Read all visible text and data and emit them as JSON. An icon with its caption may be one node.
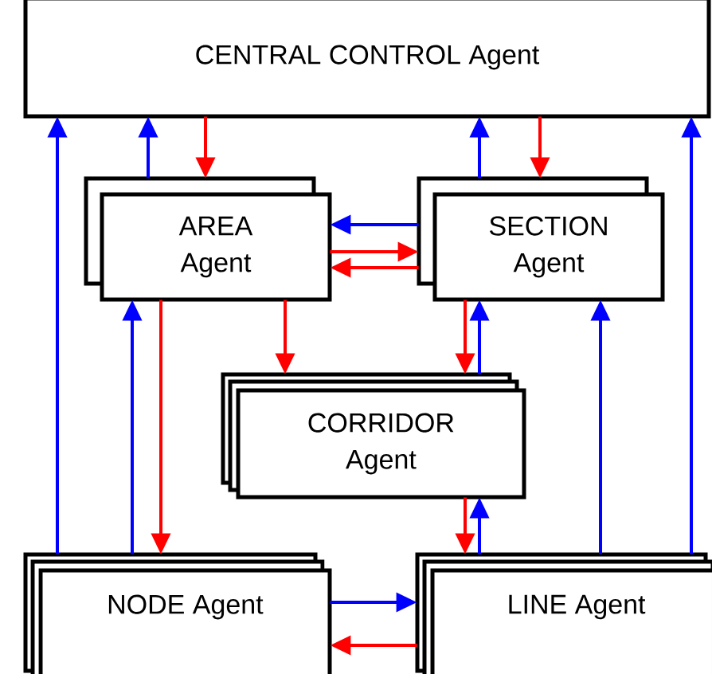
{
  "diagram": {
    "nodes": [
      {
        "text": [
          "CENTRAL CONTROL Agent"
        ]
      },
      {
        "text": [
          "AREA Agent"
        ]
      },
      {
        "text": [
          "SECTION Agent"
        ]
      },
      {
        "text": [
          "CORRIDOR Agent"
        ]
      },
      {
        "text": [
          "NODE Agent"
        ]
      },
      {
        "text": [
          "LINE Agent"
        ]
      }
    ],
    "edges": [
      {
        "from": 4,
        "to": 0,
        "arrow": "to"
      },
      {
        "from": 1,
        "to": 0,
        "arrow": "to"
      },
      {
        "from": 0,
        "to": 1,
        "arrow": "to",
        "color": "#ff0000"
      },
      {
        "from": 2,
        "to": 0,
        "arrow": "to"
      },
      {
        "from": 0,
        "to": 2,
        "arrow": "to",
        "color": "#ff0000"
      },
      {
        "from": 5,
        "to": 0,
        "arrow": "to"
      },
      {
        "from": 2,
        "to": 1,
        "arrow": "to"
      },
      {
        "from": 1,
        "to": 2,
        "arrow": "to",
        "color": "#ff0000"
      },
      {
        "from": 2,
        "to": 1,
        "arrow": "to",
        "color": "#ff0000"
      },
      {
        "from": 4,
        "to": 1,
        "arrow": "to"
      },
      {
        "from": 1,
        "to": 4,
        "arrow": "to",
        "color": "#ff0000"
      },
      {
        "from": 1,
        "to": 3,
        "arrow": "to",
        "color": "#ff0000"
      },
      {
        "from": 2,
        "to": 3,
        "arrow": "to",
        "color": "#ff0000"
      },
      {
        "from": 3,
        "to": 2,
        "arrow": "to"
      },
      {
        "from": 5,
        "to": 2,
        "arrow": "to"
      },
      {
        "from": 3,
        "to": 5,
        "arrow": "to",
        "color": "#ff0000"
      },
      {
        "from": 5,
        "to": 3,
        "arrow": "to"
      },
      {
        "from": 4,
        "to": 5,
        "arrow": "to"
      },
      {
        "from": 5,
        "to": 4,
        "arrow": "to",
        "color": "#ff0000"
      }
    ]
  }
}
